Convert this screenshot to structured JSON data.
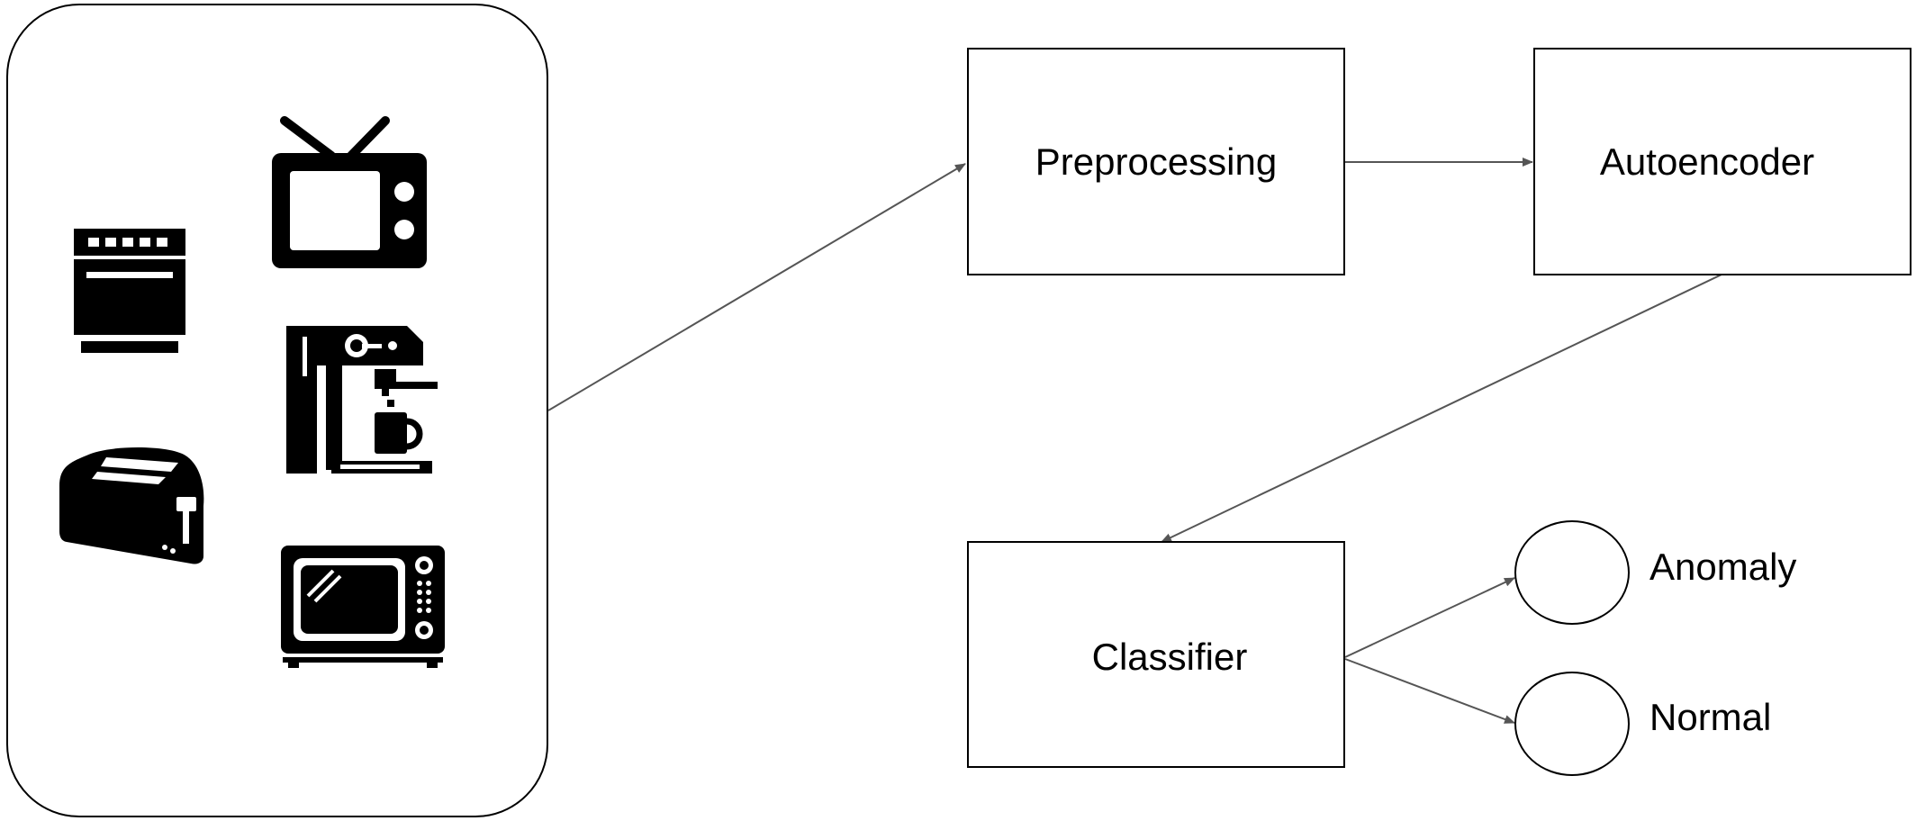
{
  "nodes": {
    "preprocessing": "Preprocessing",
    "autoencoder": "Autoencoder",
    "classifier": "Classifier"
  },
  "outputs": {
    "anomaly": "Anomaly",
    "normal": "Normal"
  },
  "appliances": {
    "icons": [
      "oven-icon",
      "television-icon",
      "coffee-machine-icon",
      "toaster-icon",
      "microwave-icon"
    ]
  },
  "colors": {
    "stroke": "#000000",
    "arrow": "#555555",
    "background": "#ffffff"
  }
}
